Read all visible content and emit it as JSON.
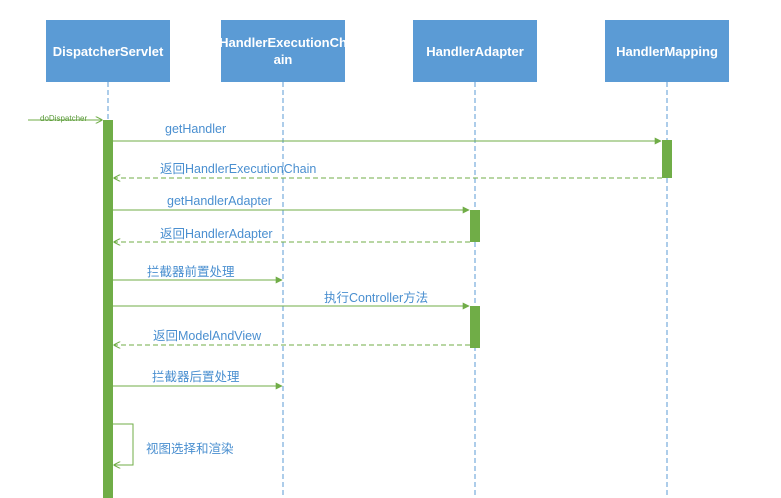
{
  "participants": [
    {
      "id": "dispatcher",
      "name": "DispatcherServlet"
    },
    {
      "id": "chain",
      "name_line1": "HandlerExecutionCh",
      "name_line2": "ain"
    },
    {
      "id": "adapter",
      "name": "HandlerAdapter"
    },
    {
      "id": "mapping",
      "name": "HandlerMapping"
    }
  ],
  "messages": {
    "entry": "doDispatcher",
    "get_handler": "getHandler",
    "return_chain": "返回HandlerExecutionChain",
    "get_adapter": "getHandlerAdapter",
    "return_adapter": "返回HandlerAdapter",
    "pre_handle": "拦截器前置处理",
    "execute_controller": "执行Controller方法",
    "return_mav": "返回ModelAndView",
    "post_handle": "拦截器后置处理",
    "render": "视图选择和渲染"
  },
  "colors": {
    "participant_fill": "#5b9bd5",
    "lifeline": "#5b9bd5",
    "activation": "#70ad47",
    "message": "#70ad47",
    "label_text": "#4a8fd0"
  }
}
